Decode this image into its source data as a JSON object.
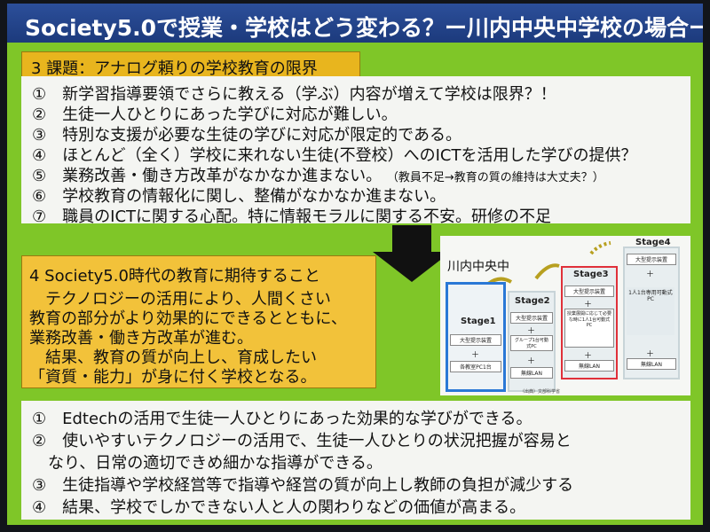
{
  "title": "Society5.0で授業・学校はどう変わる？ー川内中央中学校の場合ー",
  "section3": {
    "heading": "3 課題：アナログ頼りの学校教育の限界",
    "items": [
      "①　新学習指導要領でさらに教える（学ぶ）内容が増えて学校は限界？！",
      "②　生徒一人ひとりにあった学びに対応が難しい。",
      "③　特別な支援が必要な生徒の学びに対応が限定的である。",
      "④　ほとんど（全く）学校に来れない生徒(不登校）へのICTを活用した学びの提供？",
      "⑤　業務改善・働き方改革がなかなか進まない。",
      "⑥　学校教育の情報化に関し、整備がなかなか進まない。",
      "⑦　職員のICTに関する心配。特に情報モラルに関する不安。研修の不足"
    ],
    "item5_note": "（教員不足→教育の質の維持は大丈夫？）"
  },
  "section4": {
    "heading": "4 Society5.0時代の教育に期待すること",
    "lines": [
      "　テクノロジーの活用により、人間くさい",
      "教育の部分がより効果的にできるとともに、",
      "業務改善・働き方改革が進む。",
      "　結果、教育の質が向上し、育成したい",
      "「資質・能力」が身に付く学校となる。"
    ]
  },
  "diagram": {
    "school_label": "川内中央中",
    "stages": [
      {
        "name": "Stage1",
        "items": [
          "大型提示装置",
          "各教室PC1台"
        ]
      },
      {
        "name": "Stage2",
        "items": [
          "大型提示装置",
          "グループ1台可動式PC",
          "無線LAN"
        ]
      },
      {
        "name": "Stage3",
        "items": [
          "大型提示装置",
          "授業展開に応じて必要な時に1人1台可動式PC",
          "無線LAN"
        ]
      },
      {
        "name": "Stage4",
        "items": [
          "大型提示装置",
          "1人1台専用可動式PC",
          "無線LAN"
        ]
      }
    ],
    "plus_sign": "＋",
    "source_note": "（出典）文部科学省"
  },
  "section5": {
    "lines": [
      "①　Edtechの活用で生徒一人ひとりにあった効果的な学びができる。",
      "②　使いやすいテクノロジーの活用で、生徒一人ひとりの状況把握が容易と",
      "　なり、日常の適切できめ細かな指導ができる。",
      "③　生徒指導や学校経営等で指導や経営の質が向上し教師の負担が減少する",
      "④　結果、学校でしかできない人と人の関わりなどの価値が高まる。"
    ]
  },
  "colors": {
    "slide_background": "#7fc628",
    "title_bar": "#1f3f85",
    "heading_box": "#e8b51e",
    "stage1_border": "#2a78d6",
    "stage3_border": "#e0303a",
    "arrow": "#b8a020"
  }
}
